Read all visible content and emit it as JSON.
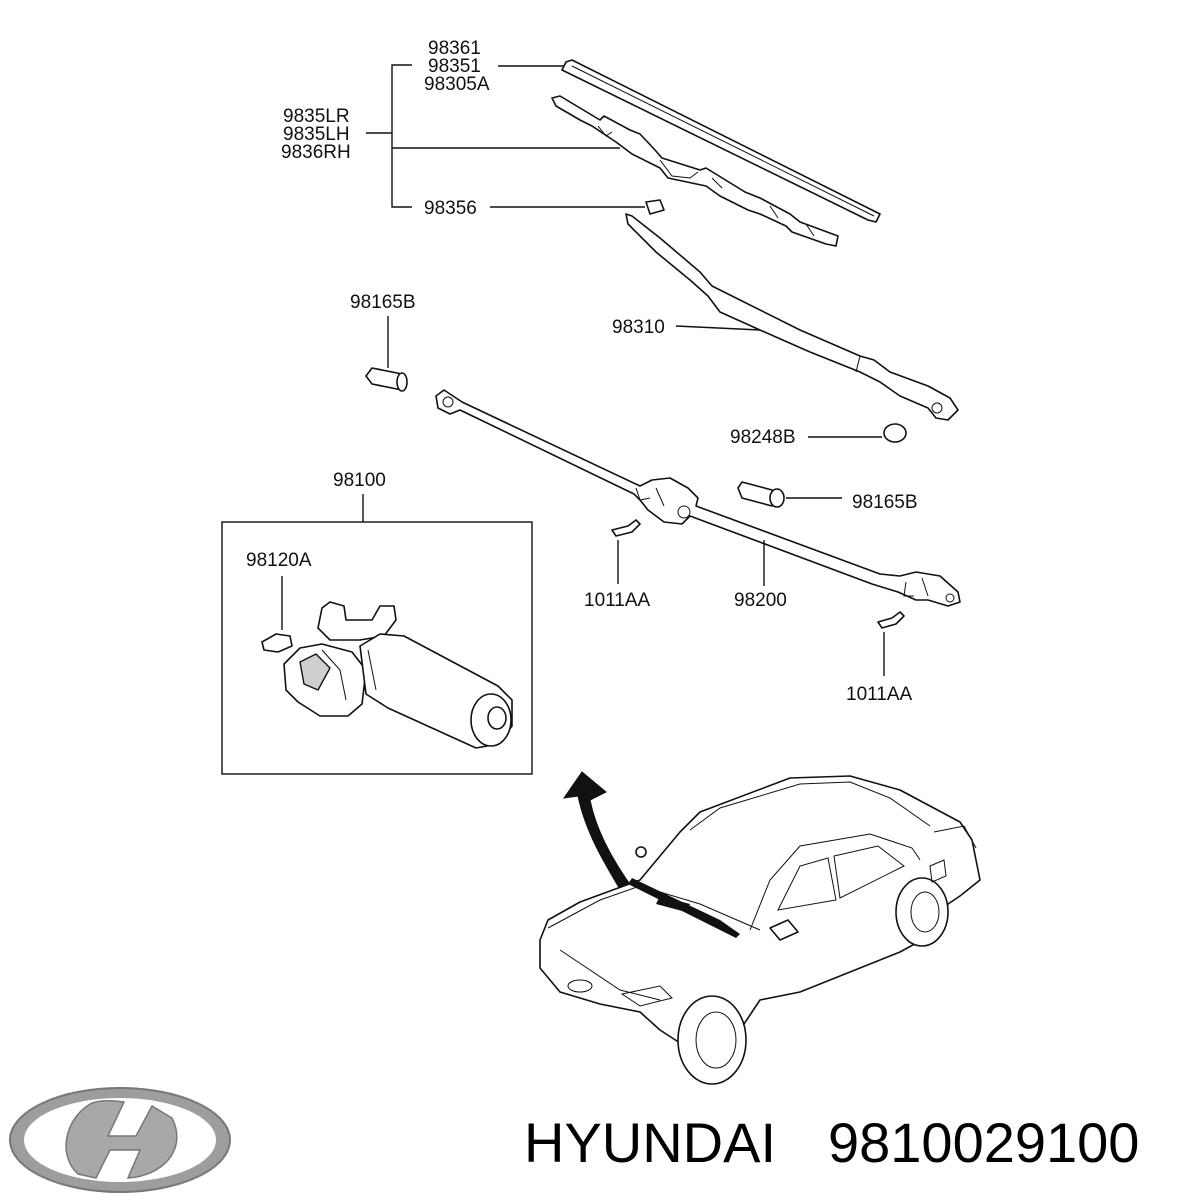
{
  "labels": {
    "p98361": "98361",
    "p98351": "98351",
    "p98305A": "98305A",
    "p9835LR": "9835LR",
    "p9835LH": "9835LH",
    "p9836RH": "9836RH",
    "p98356": "98356",
    "p98165B_top": "98165B",
    "p98310": "98310",
    "p98248B": "98248B",
    "p98100": "98100",
    "p98165B_right": "98165B",
    "p98120A": "98120A",
    "p1011AA_left": "1011AA",
    "p98200": "98200",
    "p1011AA_right": "1011AA"
  },
  "brand": {
    "name": "HYUNDAI",
    "part_number": "9810029100",
    "logo_icon": "hyundai-logo-icon"
  },
  "colors": {
    "line": "#111111",
    "logo_silver": "#a8a8a8"
  }
}
